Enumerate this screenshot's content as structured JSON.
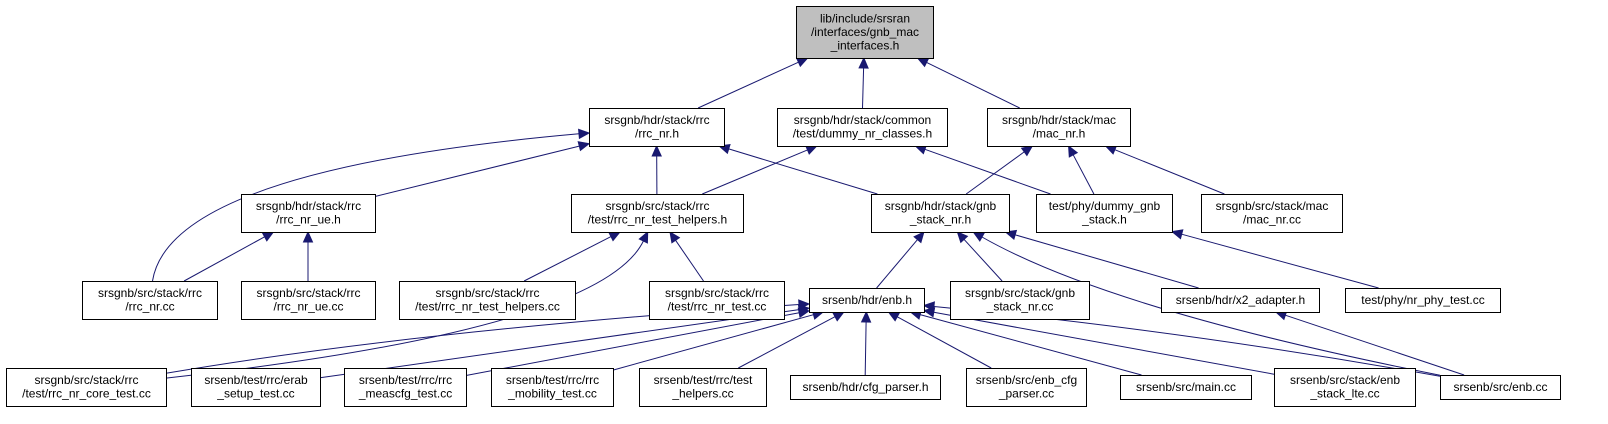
{
  "colors": {
    "root_fill": "#bfbfbf",
    "node_fill": "#ffffff",
    "border": "#000000",
    "edge": "#191970"
  },
  "graph": {
    "nodes": [
      {
        "id": "gnb_mac_interfaces",
        "lines": [
          "lib/include/srsran",
          "/interfaces/gnb_mac",
          "_interfaces.h"
        ],
        "root": true
      },
      {
        "id": "rrc_nr_h",
        "lines": [
          "srsgnb/hdr/stack/rrc",
          "/rrc_nr.h"
        ]
      },
      {
        "id": "dummy_nr_classes",
        "lines": [
          "srsgnb/hdr/stack/common",
          "/test/dummy_nr_classes.h"
        ]
      },
      {
        "id": "mac_nr_h",
        "lines": [
          "srsgnb/hdr/stack/mac",
          "/mac_nr.h"
        ]
      },
      {
        "id": "rrc_nr_ue_h",
        "lines": [
          "srsgnb/hdr/stack/rrc",
          "/rrc_nr_ue.h"
        ]
      },
      {
        "id": "rrc_nr_test_helpers_h",
        "lines": [
          "srsgnb/src/stack/rrc",
          "/test/rrc_nr_test_helpers.h"
        ]
      },
      {
        "id": "gnb_stack_nr_h",
        "lines": [
          "srsgnb/hdr/stack/gnb",
          "_stack_nr.h"
        ]
      },
      {
        "id": "dummy_gnb_stack",
        "lines": [
          "test/phy/dummy_gnb",
          "_stack.h"
        ]
      },
      {
        "id": "mac_nr_cc",
        "lines": [
          "srsgnb/src/stack/mac",
          "/mac_nr.cc"
        ]
      },
      {
        "id": "rrc_nr_cc",
        "lines": [
          "srsgnb/src/stack/rrc",
          "/rrc_nr.cc"
        ]
      },
      {
        "id": "rrc_nr_ue_cc",
        "lines": [
          "srsgnb/src/stack/rrc",
          "/rrc_nr_ue.cc"
        ]
      },
      {
        "id": "rrc_nr_test_helpers_cc",
        "lines": [
          "srsgnb/src/stack/rrc",
          "/test/rrc_nr_test_helpers.cc"
        ]
      },
      {
        "id": "rrc_nr_test_cc",
        "lines": [
          "srsgnb/src/stack/rrc",
          "/test/rrc_nr_test.cc"
        ]
      },
      {
        "id": "enb_h",
        "lines": [
          "srsenb/hdr/enb.h"
        ]
      },
      {
        "id": "gnb_stack_nr_cc",
        "lines": [
          "srsgnb/src/stack/gnb",
          "_stack_nr.cc"
        ]
      },
      {
        "id": "x2_adapter",
        "lines": [
          "srsenb/hdr/x2_adapter.h"
        ]
      },
      {
        "id": "nr_phy_test",
        "lines": [
          "test/phy/nr_phy_test.cc"
        ]
      },
      {
        "id": "rrc_nr_core_test",
        "lines": [
          "srsgnb/src/stack/rrc",
          "/test/rrc_nr_core_test.cc"
        ]
      },
      {
        "id": "erab_setup_test",
        "lines": [
          "srsenb/test/rrc/erab",
          "_setup_test.cc"
        ]
      },
      {
        "id": "meascfg_test",
        "lines": [
          "srsenb/test/rrc/rrc",
          "_meascfg_test.cc"
        ]
      },
      {
        "id": "mobility_test",
        "lines": [
          "srsenb/test/rrc/rrc",
          "_mobility_test.cc"
        ]
      },
      {
        "id": "test_helpers_cc",
        "lines": [
          "srsenb/test/rrc/test",
          "_helpers.cc"
        ]
      },
      {
        "id": "cfg_parser_h",
        "lines": [
          "srsenb/hdr/cfg_parser.h"
        ]
      },
      {
        "id": "enb_cfg_parser_cc",
        "lines": [
          "srsenb/src/enb_cfg",
          "_parser.cc"
        ]
      },
      {
        "id": "main_cc",
        "lines": [
          "srsenb/src/main.cc"
        ]
      },
      {
        "id": "enb_stack_lte",
        "lines": [
          "srsenb/src/stack/enb",
          "_stack_lte.cc"
        ]
      },
      {
        "id": "enb_cc",
        "lines": [
          "srsenb/src/enb.cc"
        ]
      }
    ]
  }
}
